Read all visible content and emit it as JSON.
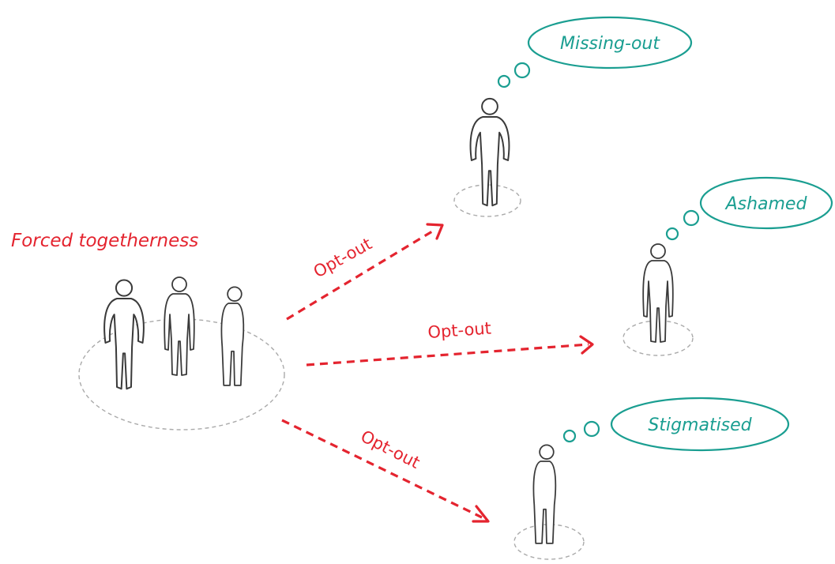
{
  "group": {
    "label": "Forced togetherness",
    "color": "#e4242f"
  },
  "arrows": [
    {
      "label": "Opt-out"
    },
    {
      "label": "Opt-out"
    },
    {
      "label": "Opt-out"
    }
  ],
  "thoughts": [
    {
      "label": "Missing-out"
    },
    {
      "label": "Ashamed"
    },
    {
      "label": "Stigmatised"
    }
  ],
  "colors": {
    "arrow": "#e4242f",
    "thought": "#1a9e91",
    "figure_outline": "#3a3a3a",
    "ground": "#aaaaaa"
  }
}
